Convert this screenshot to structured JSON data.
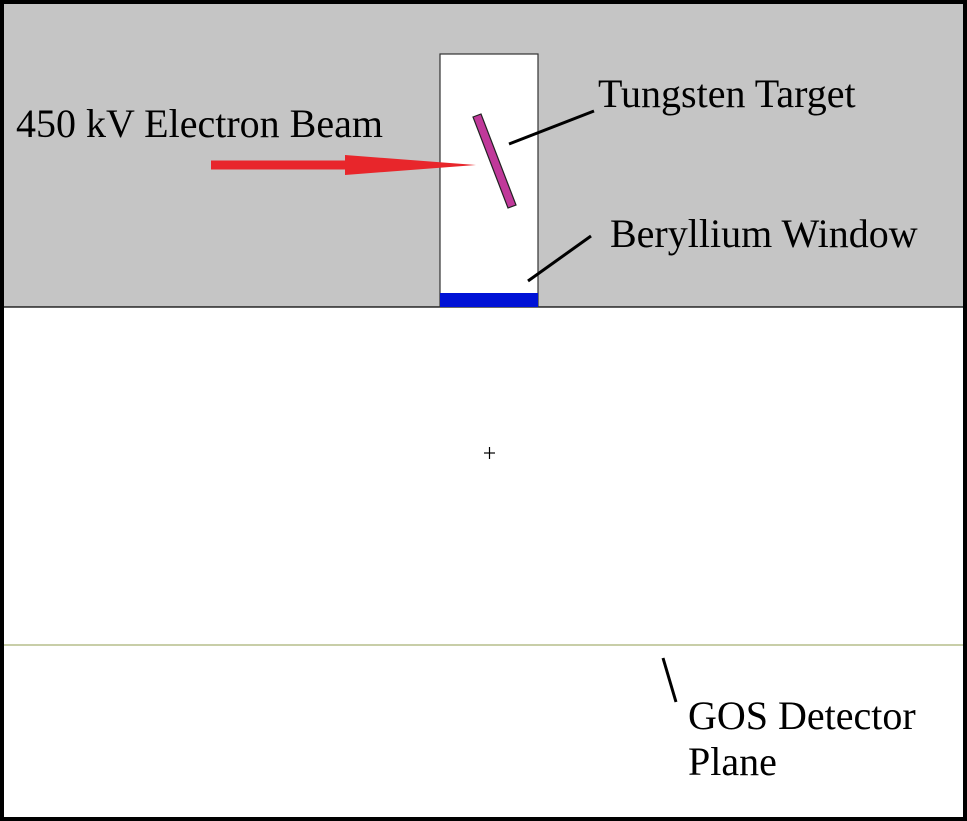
{
  "labels": {
    "electron_beam": "450 kV Electron Beam",
    "tungsten_target": "Tungsten Target",
    "beryllium_window": "Beryllium Window",
    "gos_detector_line1": "GOS Detector",
    "gos_detector_line2": "Plane"
  },
  "colors": {
    "chamber": "#c5c5c5",
    "electron_beam_arrow": "#e8262b",
    "tungsten_target": "#c0399a",
    "beryllium_window": "#0012d6",
    "detector_plane": "#b5bd8c",
    "border": "#000000"
  }
}
